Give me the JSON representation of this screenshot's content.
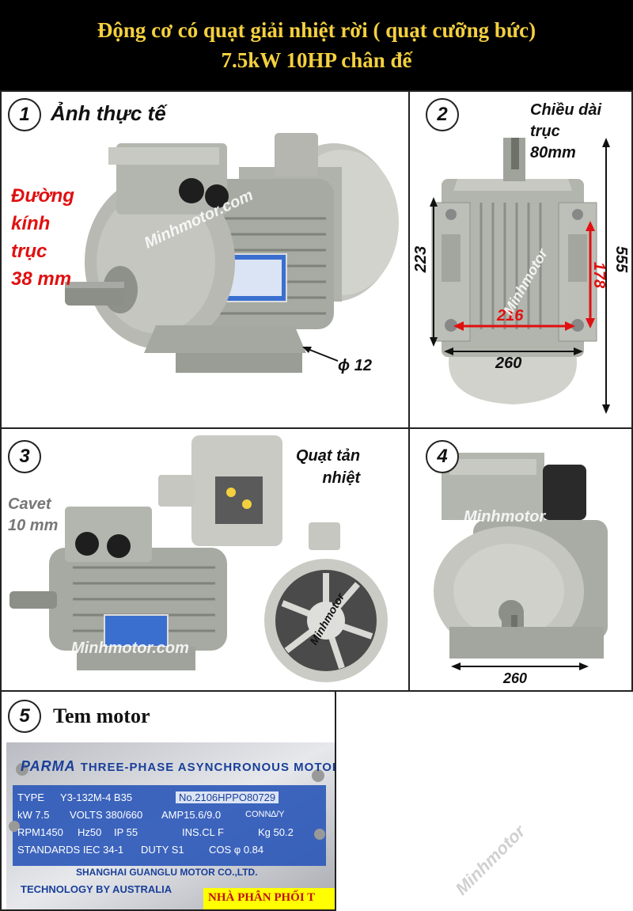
{
  "header": {
    "line1": "Động cơ có quạt giải nhiệt rời ( quạt cưỡng bức)",
    "line2": "7.5kW 10HP chân đế"
  },
  "panel1": {
    "number": "1",
    "title": "Ảnh thực tế",
    "shaft_label": [
      "Đường",
      "kính",
      "trục",
      "38 mm"
    ],
    "hole_label": "ϕ 12",
    "watermark": "Minhmotor.com"
  },
  "panel2": {
    "number": "2",
    "shaft_length_label": [
      "Chiều dài",
      "trục",
      "80mm"
    ],
    "dim_223": "223",
    "dim_555": "555",
    "dim_178": "178",
    "dim_216": "216",
    "dim_260": "260",
    "watermark": "Minhmotor"
  },
  "panel3": {
    "number": "3",
    "fan_label": [
      "Quạt tản",
      "nhiệt"
    ],
    "key_label": [
      "Cavet",
      "10 mm"
    ],
    "watermark_motor": "Minhmotor.com",
    "watermark_fan": "Minhmotor"
  },
  "panel4": {
    "number": "4",
    "dim_260": "260",
    "watermark": "Minhmotor"
  },
  "panel5": {
    "number": "5",
    "title": "Tem motor",
    "plate": {
      "brand": "PARMA",
      "heading": "THREE-PHASE ASYNCHRONOUS MOTOR",
      "type_label": "TYPE",
      "type_value": "Y3-132M-4 B35",
      "no_value": "No.2106HPPO80729",
      "kw": "kW 7.5",
      "volts": "VOLTS 380/660",
      "amp": "AMP15.6/9.0",
      "conn": "CONN∆/Y",
      "rpm": "RPM1450",
      "hz": "Hz50",
      "ip": "IP 55",
      "ins": "INS.CL F",
      "kg": "Kg 50.2",
      "standards": "STANDARDS IEC 34-1",
      "duty": "DUTY S1",
      "cos": "COS φ 0.84",
      "maker": "SHANGHAI GUANGLU MOTOR CO.,LTD.",
      "tech": "TECHNOLOGY BY AUSTRALIA",
      "distributor": "NHÀ PHÂN PHỐI T"
    }
  },
  "watermark_bottom": "Minhmotor",
  "colors": {
    "banner_bg": "#000000",
    "banner_text": "#f4d03f",
    "annotation_red": "#e01010",
    "motor_grey": "#a9aca4",
    "plate_blue": "#2a56b8"
  }
}
